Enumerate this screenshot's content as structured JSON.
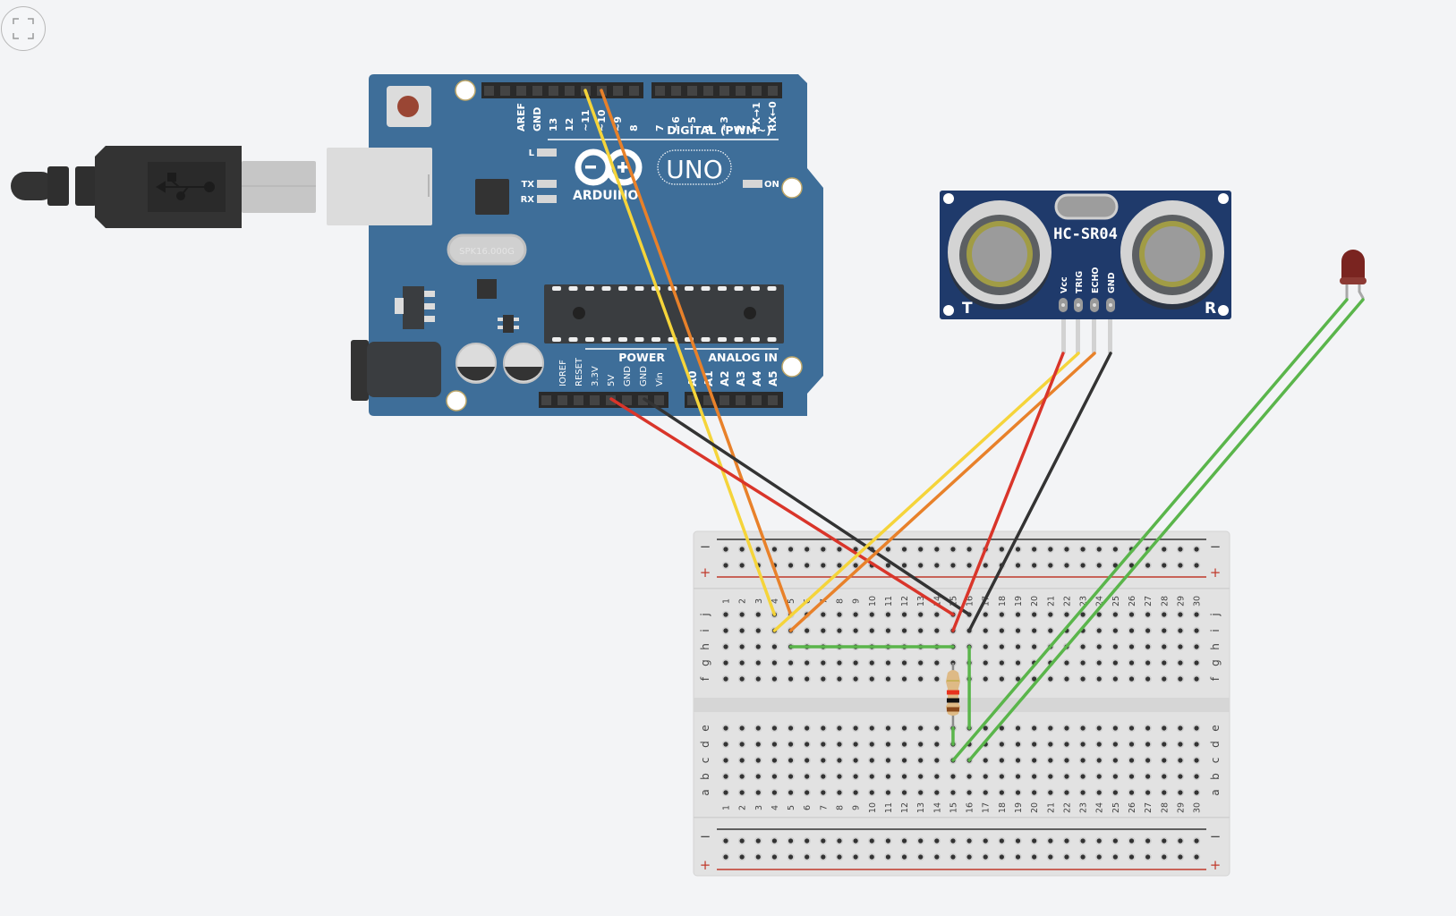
{
  "toolbar": {
    "fit_view_icon": "fit-to-view-icon"
  },
  "arduino": {
    "brand": "ARDUINO",
    "model": "UNO",
    "crystal": "SPK16.000G",
    "digital_header_label": "DIGITAL (PWM~)",
    "power_header_label": "POWER",
    "analog_header_label": "ANALOG IN",
    "led_labels": [
      "L",
      "TX",
      "RX"
    ],
    "on_label": "ON",
    "digital_pins": [
      "AREF",
      "GND",
      "13",
      "12",
      "~11",
      "~10",
      "~9",
      "8",
      "7",
      "~6",
      "~5",
      "4",
      "~3",
      "2",
      "TX→1",
      "RX←0"
    ],
    "power_pins": [
      "IOREF",
      "RESET",
      "3.3V",
      "5V",
      "GND",
      "GND",
      "Vin"
    ],
    "analog_pins": [
      "A0",
      "A1",
      "A2",
      "A3",
      "A4",
      "A5"
    ]
  },
  "sensor": {
    "name": "HC-SR04",
    "pins": [
      "Vcc",
      "TRIG",
      "ECHO",
      "GND"
    ],
    "left_label": "T",
    "right_label": "R"
  },
  "led": {
    "color": "#7a2420"
  },
  "resistor": {
    "bands": [
      "#e8321e",
      "#111111",
      "#8a4a1c",
      "#c8b15a"
    ]
  },
  "breadboard": {
    "columns": 30,
    "rows_top": [
      "j",
      "i",
      "h",
      "g",
      "f"
    ],
    "rows_bottom": [
      "e",
      "d",
      "c",
      "b",
      "a"
    ],
    "rail_minus": "−",
    "rail_plus": "+"
  },
  "wires": [
    {
      "name": "wire-pin11-to-breadboard",
      "color": "#f5d43a",
      "from": "Arduino ~11",
      "to": "j4"
    },
    {
      "name": "wire-pin10-to-breadboard",
      "color": "#e8812a",
      "from": "Arduino ~10",
      "to": "j5"
    },
    {
      "name": "wire-5v-to-breadboard",
      "color": "#d9352a",
      "from": "Arduino 5V",
      "to": "j15"
    },
    {
      "name": "wire-gnd-to-breadboard",
      "color": "#333333",
      "from": "Arduino GND",
      "to": "j16"
    },
    {
      "name": "wire-trig-to-breadboard",
      "color": "#f5d43a",
      "from": "HC-SR04 TRIG",
      "to": "i4"
    },
    {
      "name": "wire-echo-to-breadboard",
      "color": "#e8812a",
      "from": "HC-SR04 ECHO",
      "to": "i5"
    },
    {
      "name": "wire-vcc-to-breadboard",
      "color": "#d9352a",
      "from": "HC-SR04 Vcc",
      "to": "i15"
    },
    {
      "name": "wire-sensor-gnd-to-breadboard",
      "color": "#333333",
      "from": "HC-SR04 GND",
      "to": "i16"
    },
    {
      "name": "wire-h5-to-h15",
      "color": "#5ab54b",
      "from": "h5",
      "to": "h15"
    },
    {
      "name": "wire-h16-to-e16",
      "color": "#5ab54b",
      "from": "h16",
      "to": "e16"
    },
    {
      "name": "wire-d15-to-c15",
      "color": "#5ab54b",
      "from": "e15",
      "to": "d15"
    },
    {
      "name": "wire-led-anode",
      "color": "#5ab54b",
      "from": "c15",
      "to": "LED anode"
    },
    {
      "name": "wire-led-cathode",
      "color": "#5ab54b",
      "from": "c16",
      "to": "LED cathode"
    }
  ]
}
